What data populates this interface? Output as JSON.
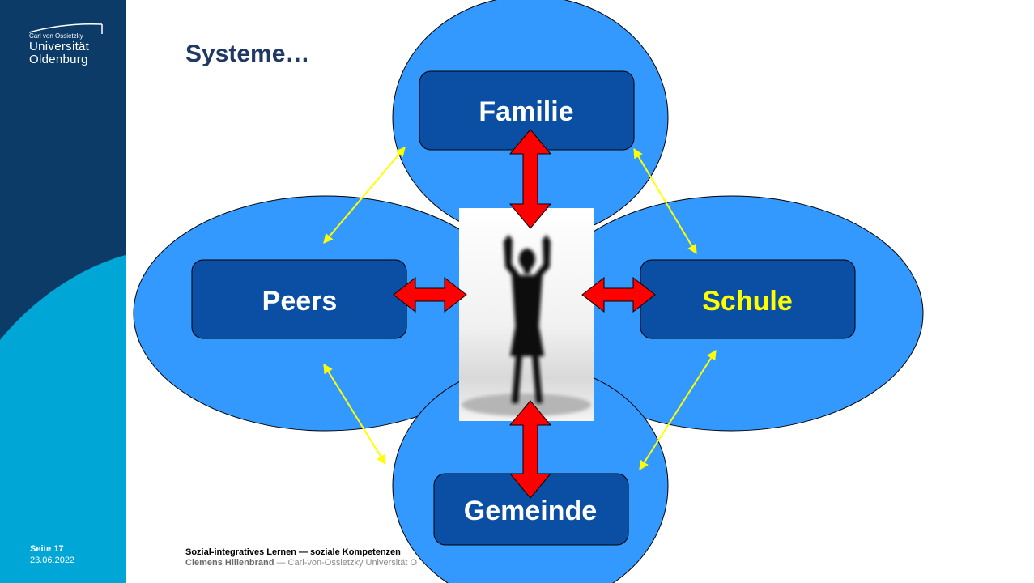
{
  "sidebar": {
    "logo_line1": "Carl von Ossietzky",
    "logo_line2": "Universität",
    "logo_line3": "Oldenburg",
    "page_label": "Seite 17",
    "date": "23.06.2022"
  },
  "slide": {
    "title": "Systeme…",
    "footer_line1": "Sozial-integratives Lernen — soziale Kompetenzen",
    "footer_author": "Clemens Hillenbrand",
    "footer_affiliation": " — Carl-von-Ossietzky Universität O"
  },
  "diagram": {
    "nodes": {
      "top": "Familie",
      "left": "Peers",
      "right": "Schule",
      "bottom": "Gemeinde"
    },
    "colors": {
      "ellipse_fill": "#3399ff",
      "box_fill": "#0a4fa3",
      "label_default": "#ffffff",
      "label_highlight": "#ffff00",
      "main_arrow": "#ff0000",
      "link_arrow": "#ffff00",
      "sidebar_dark": "#0b3b66",
      "sidebar_light": "#00a6d6"
    },
    "center_image": "silhouette-person-raised-arms"
  }
}
